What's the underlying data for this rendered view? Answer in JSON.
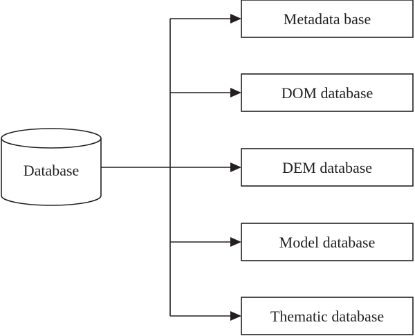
{
  "source": {
    "label": "Database",
    "shape": "cylinder"
  },
  "targets": [
    {
      "label": "Metadata base"
    },
    {
      "label": "DOM database"
    },
    {
      "label": "DEM database"
    },
    {
      "label": "Model database"
    },
    {
      "label": "Thematic database"
    }
  ],
  "colors": {
    "stroke": "#231f20",
    "fill": "#ffffff"
  }
}
